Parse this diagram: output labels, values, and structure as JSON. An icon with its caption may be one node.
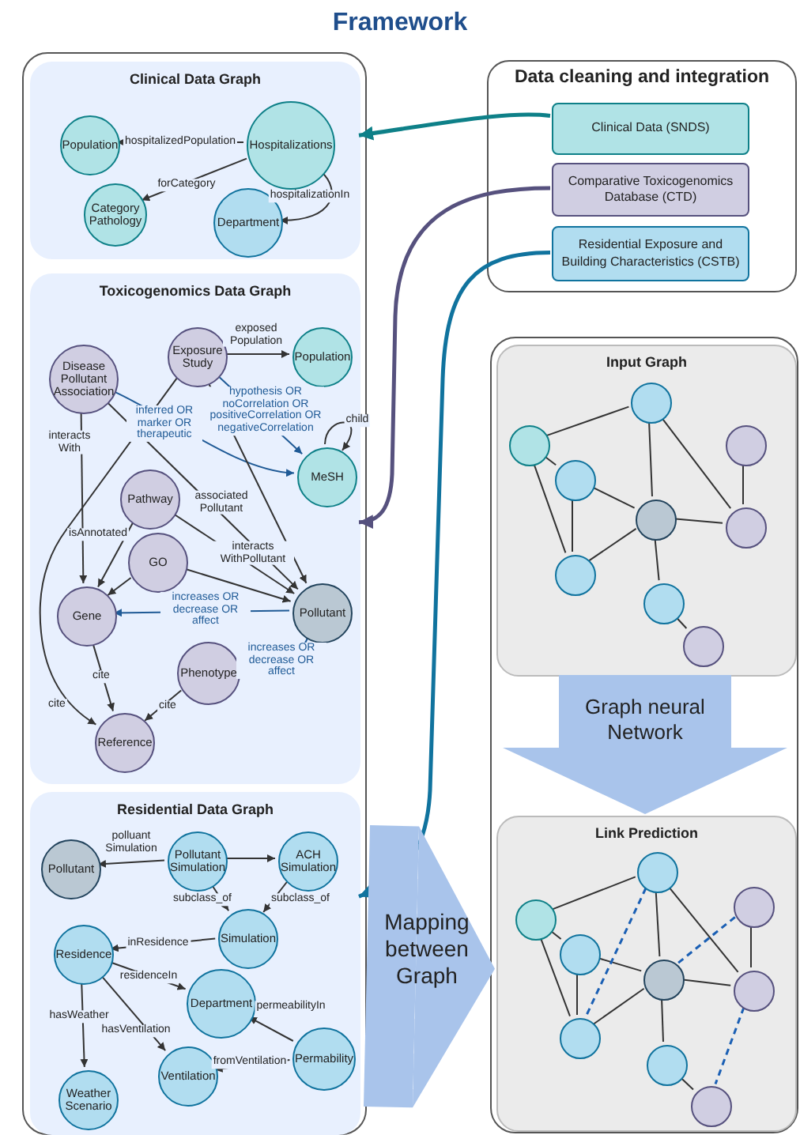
{
  "diagram": {
    "title": "Framework",
    "nodes": [
      {
        "text": [],
        "shape": "box"
      },
      {
        "text": [
          "Clinical Data Graph"
        ],
        "in": 0
      },
      {
        "text": [
          "Population"
        ],
        "in": 1
      },
      {
        "text": [
          "Hospitalizations"
        ],
        "in": 1
      },
      {
        "text": [
          "Category Pathology"
        ],
        "in": 1
      },
      {
        "text": [
          "Department"
        ],
        "in": 1
      },
      {
        "text": [
          "Toxicogenomics Data Graph"
        ],
        "in": 0
      },
      {
        "text": [
          "Disease Pollutant Association"
        ],
        "in": 6
      },
      {
        "text": [
          "Exposure Study"
        ],
        "in": 6
      },
      {
        "text": [
          "Population"
        ],
        "in": 6
      },
      {
        "text": [
          "MeSH"
        ],
        "in": 6
      },
      {
        "text": [
          "Pathway"
        ],
        "in": 6
      },
      {
        "text": [
          "GO"
        ],
        "in": 6
      },
      {
        "text": [
          "Gene"
        ],
        "in": 6
      },
      {
        "text": [
          "Pollutant"
        ],
        "in": 6
      },
      {
        "text": [
          "Phenotype"
        ],
        "in": 6
      },
      {
        "text": [
          "Reference"
        ],
        "in": 6
      },
      {
        "text": [
          "Residential Data Graph"
        ],
        "in": 0
      },
      {
        "text": [
          "Pollutant"
        ],
        "in": 17
      },
      {
        "text": [
          "Pollutant Simulation"
        ],
        "in": 17
      },
      {
        "text": [
          "ACH Simulation"
        ],
        "in": 17
      },
      {
        "text": [
          "Simulation"
        ],
        "in": 17
      },
      {
        "text": [
          "Residence"
        ],
        "in": 17
      },
      {
        "text": [
          "Department"
        ],
        "in": 17
      },
      {
        "text": [
          "Permability"
        ],
        "in": 17
      },
      {
        "text": [
          "Ventilation"
        ],
        "in": 17
      },
      {
        "text": [
          "Weather Scenario"
        ],
        "in": 17
      },
      {
        "text": [
          "Data cleaning and integration"
        ]
      },
      {
        "text": [
          "Clinical Data (SNDS)"
        ],
        "in": 27
      },
      {
        "text": [
          "Comparative Toxicogenomics Database (CTD)"
        ],
        "in": 27
      },
      {
        "text": [
          "Residential Exposure and Building Characteristics (CSTB)"
        ],
        "in": 27
      },
      {
        "text": [],
        "shape": "box"
      },
      {
        "text": [
          "Input Graph"
        ],
        "in": 31
      },
      {
        "text": [],
        "shape": "circle",
        "in": 32
      },
      {
        "text": [],
        "shape": "circle",
        "in": 32
      },
      {
        "text": [],
        "shape": "circle",
        "in": 32
      },
      {
        "text": [],
        "shape": "circle",
        "in": 32
      },
      {
        "text": [],
        "shape": "circle",
        "in": 32
      },
      {
        "text": [],
        "shape": "circle",
        "in": 32
      },
      {
        "text": [],
        "shape": "circle",
        "in": 32
      },
      {
        "text": [],
        "shape": "circle",
        "in": 32
      },
      {
        "text": [],
        "shape": "circle",
        "in": 32
      },
      {
        "text": [
          "Link Prediction"
        ],
        "in": 31
      },
      {
        "text": [],
        "shape": "circle",
        "in": 42
      },
      {
        "text": [],
        "shape": "circle",
        "in": 42
      },
      {
        "text": [],
        "shape": "circle",
        "in": 42
      },
      {
        "text": [],
        "shape": "circle",
        "in": 42
      },
      {
        "text": [],
        "shape": "circle",
        "in": 42
      },
      {
        "text": [],
        "shape": "circle",
        "in": 42
      },
      {
        "text": [],
        "shape": "circle",
        "in": 42
      },
      {
        "text": [],
        "shape": "circle",
        "in": 42
      },
      {
        "text": [],
        "shape": "circle",
        "in": 42
      }
    ],
    "edges": [
      {
        "from": 3,
        "to": 2,
        "arrow": "to",
        "label": "hospitalizedPopulation"
      },
      {
        "from": 3,
        "to": 4,
        "arrow": "to",
        "label": "forCategory"
      },
      {
        "from": 3,
        "to": 5,
        "arrow": "to",
        "label": "hospitalizationIn"
      },
      {
        "from": 8,
        "to": 9,
        "arrow": "to",
        "label": "exposed Population"
      },
      {
        "from": 8,
        "to": 10,
        "arrow": "to",
        "label": "hypothesis OR noCorrelation OR positiveCorrelation OR negativeCorrelation",
        "color": "#1f5a96"
      },
      {
        "from": 10,
        "to": 10,
        "arrow": "to",
        "label": "child"
      },
      {
        "from": 7,
        "to": 10,
        "arrow": "to",
        "label": "inferred OR marker OR therapeutic",
        "color": "#1f5a96"
      },
      {
        "from": 7,
        "to": 13,
        "arrow": "to",
        "label": "interacts With"
      },
      {
        "from": 7,
        "to": 14,
        "arrow": "to",
        "label": "associated Pollutant"
      },
      {
        "from": 8,
        "to": 14,
        "arrow": "to"
      },
      {
        "from": 8,
        "to": 16,
        "arrow": "to",
        "label": "cite"
      },
      {
        "from": 11,
        "to": 13,
        "arrow": "to",
        "label": "isAnnotated"
      },
      {
        "from": 12,
        "to": 13,
        "arrow": "to"
      },
      {
        "from": 11,
        "to": 14,
        "arrow": "to"
      },
      {
        "from": 12,
        "to": 14,
        "arrow": "to",
        "label": "interacts WithPollutant"
      },
      {
        "from": 14,
        "to": 13,
        "arrow": "to",
        "label": "increases OR decrease OR affect",
        "color": "#1f5a96"
      },
      {
        "from": 14,
        "to": 15,
        "arrow": "to",
        "label": "increases OR decrease OR affect",
        "color": "#1f5a96"
      },
      {
        "from": 13,
        "to": 16,
        "arrow": "to",
        "label": "cite"
      },
      {
        "from": 15,
        "to": 16,
        "arrow": "to",
        "label": "cite"
      },
      {
        "from": 19,
        "to": 18,
        "arrow": "to",
        "label": "polluant Simulation"
      },
      {
        "from": 19,
        "to": 20,
        "arrow": "to"
      },
      {
        "from": 19,
        "to": 21,
        "arrow": "to",
        "label": "subclass_of"
      },
      {
        "from": 20,
        "to": 21,
        "arrow": "to",
        "label": "subclass_of"
      },
      {
        "from": 21,
        "to": 22,
        "arrow": "to",
        "label": "inResidence"
      },
      {
        "from": 22,
        "to": 23,
        "arrow": "to",
        "label": "residenceIn"
      },
      {
        "from": 24,
        "to": 23,
        "arrow": "to",
        "label": "permeabilityIn"
      },
      {
        "from": 24,
        "to": 25,
        "arrow": "to",
        "label": "fromVentilation"
      },
      {
        "from": 22,
        "to": 25,
        "arrow": "to",
        "label": "hasVentilation"
      },
      {
        "from": 22,
        "to": 26,
        "arrow": "to",
        "label": "hasWeather"
      },
      {
        "from": 28,
        "to": 1,
        "arrow": "to",
        "style": "thick",
        "color": "#0e8088"
      },
      {
        "from": 29,
        "to": 6,
        "arrow": "to",
        "style": "thick",
        "color": "#56517e"
      },
      {
        "from": 30,
        "to": 17,
        "arrow": "to",
        "style": "thick",
        "color": "#10739e"
      },
      {
        "from": 32,
        "to": 42,
        "arrow": "to",
        "label": "Graph neural Network",
        "style": "thick",
        "color": "#a9c4eb"
      },
      {
        "from": 0,
        "to": 42,
        "arrow": "to",
        "label": "Mapping between Graph",
        "style": "thick",
        "color": "#a9c4eb"
      },
      {
        "from": 34,
        "to": 33,
        "arrow": "none"
      },
      {
        "from": 34,
        "to": 36,
        "arrow": "none"
      },
      {
        "from": 34,
        "to": 39,
        "arrow": "none"
      },
      {
        "from": 33,
        "to": 37,
        "arrow": "none"
      },
      {
        "from": 33,
        "to": 38,
        "arrow": "none"
      },
      {
        "from": 35,
        "to": 38,
        "arrow": "none"
      },
      {
        "from": 36,
        "to": 39,
        "arrow": "none"
      },
      {
        "from": 36,
        "to": 37,
        "arrow": "none"
      },
      {
        "from": 37,
        "to": 39,
        "arrow": "none"
      },
      {
        "from": 37,
        "to": 38,
        "arrow": "none"
      },
      {
        "from": 37,
        "to": 40,
        "arrow": "none"
      },
      {
        "from": 40,
        "to": 41,
        "arrow": "none"
      },
      {
        "from": 44,
        "to": 43,
        "arrow": "none"
      },
      {
        "from": 44,
        "to": 46,
        "arrow": "none"
      },
      {
        "from": 44,
        "to": 49,
        "arrow": "none"
      },
      {
        "from": 43,
        "to": 47,
        "arrow": "none"
      },
      {
        "from": 43,
        "to": 48,
        "arrow": "none"
      },
      {
        "from": 45,
        "to": 48,
        "arrow": "none"
      },
      {
        "from": 46,
        "to": 49,
        "arrow": "none"
      },
      {
        "from": 46,
        "to": 47,
        "arrow": "none"
      },
      {
        "from": 47,
        "to": 49,
        "arrow": "none"
      },
      {
        "from": 47,
        "to": 48,
        "arrow": "none"
      },
      {
        "from": 47,
        "to": 50,
        "arrow": "none"
      },
      {
        "from": 50,
        "to": 51,
        "arrow": "none"
      },
      {
        "from": 43,
        "to": 49,
        "arrow": "none",
        "style": "dashed",
        "color": "#1a5fb4"
      },
      {
        "from": 45,
        "to": 47,
        "arrow": "none",
        "style": "dashed",
        "color": "#1a5fb4"
      },
      {
        "from": 48,
        "to": 51,
        "arrow": "none",
        "style": "dashed",
        "color": "#1a5fb4"
      }
    ]
  }
}
